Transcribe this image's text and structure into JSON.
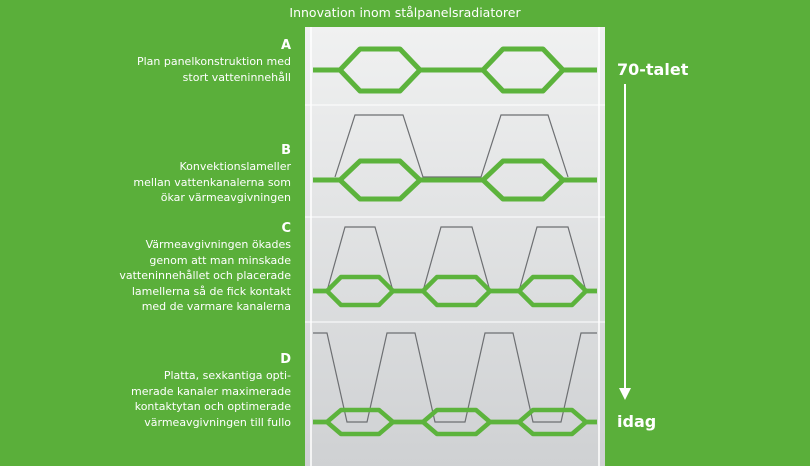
{
  "title": "Innovation inom stålpanelsradiatorer",
  "sections": [
    {
      "letter": "A",
      "text": [
        "Plan panelkonstruktion med",
        "stort vatteninnehåll"
      ]
    },
    {
      "letter": "B",
      "text": [
        "Konvektionslameller",
        "mellan vattenkanalerna som",
        "ökar värmeavgivningen"
      ]
    },
    {
      "letter": "C",
      "text": [
        "Värmeavgivningen ökades",
        "genom att man minskade",
        "vatteninnehållet och placerade",
        "lamellerna så de fick kontakt",
        "med de varmare kanalerna"
      ]
    },
    {
      "letter": "D",
      "text": [
        "Platta, sexkantiga opti-",
        "merade kanaler maximerade",
        "kontaktytan och optimerade",
        "värmeavgivningen till fullo"
      ]
    }
  ],
  "timeline": {
    "start": "70-talet",
    "end": "idag"
  },
  "colors": {
    "background": "#5aaf3a",
    "channel": "#5cb33c",
    "fin": "#6d6f72"
  }
}
